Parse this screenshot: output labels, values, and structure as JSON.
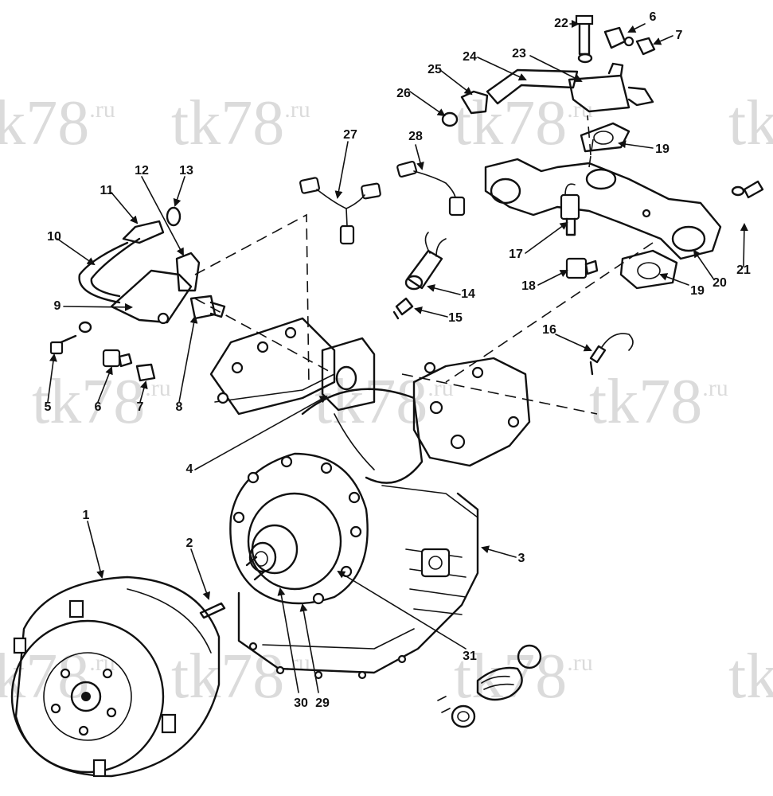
{
  "watermark": {
    "text": "tk78",
    "suffix": ".ru"
  },
  "callouts": [
    {
      "id": "1",
      "text": "1"
    },
    {
      "id": "2",
      "text": "2"
    },
    {
      "id": "3",
      "text": "3"
    },
    {
      "id": "4",
      "text": "4"
    },
    {
      "id": "5",
      "text": "5"
    },
    {
      "id": "6a",
      "text": "6"
    },
    {
      "id": "6b",
      "text": "6"
    },
    {
      "id": "7a",
      "text": "7"
    },
    {
      "id": "7b",
      "text": "7"
    },
    {
      "id": "8",
      "text": "8"
    },
    {
      "id": "9",
      "text": "9"
    },
    {
      "id": "10",
      "text": "10"
    },
    {
      "id": "11",
      "text": "11"
    },
    {
      "id": "12",
      "text": "12"
    },
    {
      "id": "13",
      "text": "13"
    },
    {
      "id": "14",
      "text": "14"
    },
    {
      "id": "15",
      "text": "15"
    },
    {
      "id": "16",
      "text": "16"
    },
    {
      "id": "17",
      "text": "17"
    },
    {
      "id": "18",
      "text": "18"
    },
    {
      "id": "19a",
      "text": "19"
    },
    {
      "id": "19b",
      "text": "19"
    },
    {
      "id": "20",
      "text": "20"
    },
    {
      "id": "21",
      "text": "21"
    },
    {
      "id": "22",
      "text": "22"
    },
    {
      "id": "23",
      "text": "23"
    },
    {
      "id": "24",
      "text": "24"
    },
    {
      "id": "25",
      "text": "25"
    },
    {
      "id": "26",
      "text": "26"
    },
    {
      "id": "27",
      "text": "27"
    },
    {
      "id": "28",
      "text": "28"
    },
    {
      "id": "29",
      "text": "29"
    },
    {
      "id": "30",
      "text": "30"
    },
    {
      "id": "31",
      "text": "31"
    }
  ]
}
